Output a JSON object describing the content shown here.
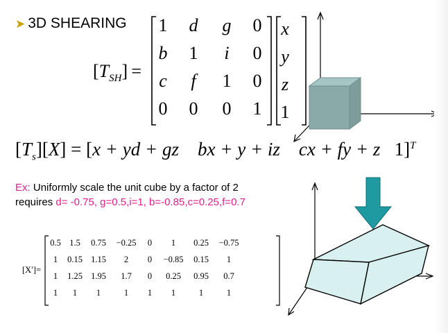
{
  "title": "3D SHEARING",
  "bullet_icon": "arrow-bullet-icon",
  "shear_lhs": "[T_SH] =",
  "shear_matrix": [
    [
      "1",
      "d",
      "g",
      "0"
    ],
    [
      "b",
      "1",
      "i",
      "0"
    ],
    [
      "c",
      "f",
      "1",
      "0"
    ],
    [
      "0",
      "0",
      "0",
      "1"
    ]
  ],
  "vector": [
    "x",
    "y",
    "z",
    "1"
  ],
  "equation2": {
    "lhs": "[T_s][X] = [",
    "terms": [
      "x + yd + gz",
      "bx + y + iz",
      "cx + fy + z",
      "1"
    ],
    "sup": "T"
  },
  "example": {
    "prefix": "Ex:",
    "line1_text": "Uniformly scale the unit cube by a factor of 2",
    "line2_prefix": "requires",
    "line2_values": "d= -0.75, g=0.5,i=1, b=-0.85,c=0.25,f=0.7"
  },
  "result_label": "[X′]=",
  "result_matrix": [
    [
      "0.5",
      "1.5",
      "0.75",
      "−0.25",
      "0",
      "1",
      "0.25",
      "−0.75"
    ],
    [
      "1",
      "0.15",
      "1.15",
      "2",
      "0",
      "−0.85",
      "0.15",
      "1"
    ],
    [
      "1",
      "1.25",
      "1.95",
      "1.7",
      "0",
      "0.25",
      "0.95",
      "0.7"
    ],
    [
      "1",
      "1",
      "1",
      "1",
      "1",
      "1",
      "1",
      "1"
    ]
  ],
  "colors": {
    "magenta": "#e0208a",
    "arrow_teal": "#1f9aa0",
    "cube_top": "#8fb4b4",
    "cube_front": "#8aa9a9",
    "sheared_fill": "#d9f0f0"
  }
}
